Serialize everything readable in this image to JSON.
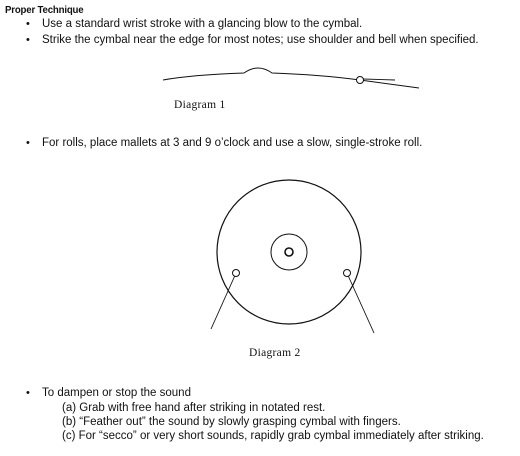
{
  "heading": "Proper Technique",
  "bullets": {
    "b1": "Use a standard wrist stroke with a glancing blow to the cymbal.",
    "b2": "Strike the cymbal near the edge for most notes; use shoulder and bell when specified.",
    "b3": "For rolls, place mallets at 3 and 9 o’clock and use a slow, single-stroke roll.",
    "b4": "To dampen or stop the sound"
  },
  "sub_items": {
    "a": "(a) Grab with free hand after striking in notated rest.",
    "b": "(b) “Feather out” the sound by slowly grasping cymbal with fingers.",
    "c": "(c) For “secco” or very short sounds, rapidly grab cymbal immediately after striking."
  },
  "diagrams": {
    "d1_caption": "Diagram 1",
    "d2_caption": "Diagram 2"
  },
  "bullet_glyph": "•"
}
